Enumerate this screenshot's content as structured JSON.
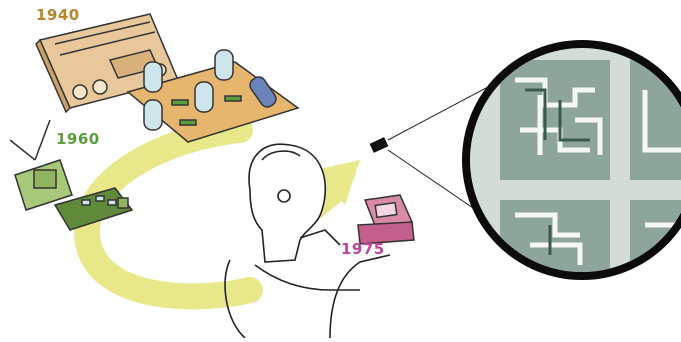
{
  "labels": {
    "year_1940": "1940",
    "year_1960": "1960",
    "year_1975": "1975"
  },
  "colors": {
    "year_1940": "#b8862a",
    "year_1960": "#5a9e3c",
    "year_1975": "#c0439a",
    "arrow": "#e8e88a",
    "radio_wood": "#e8c79a",
    "tube_board": "#e6b56e",
    "green_board": "#5e8a3a",
    "transistor_radio": "#a9c97a",
    "calculator": "#d98aa9",
    "chip_bg": "#0c0c0c"
  },
  "icons": [
    "tube-radio-icon",
    "vacuum-tube-board-icon",
    "transistor-radio-icon",
    "transistor-board-icon",
    "person-with-headphones-icon",
    "handheld-device-icon",
    "microchip-icon",
    "magnified-circuit-icon"
  ]
}
